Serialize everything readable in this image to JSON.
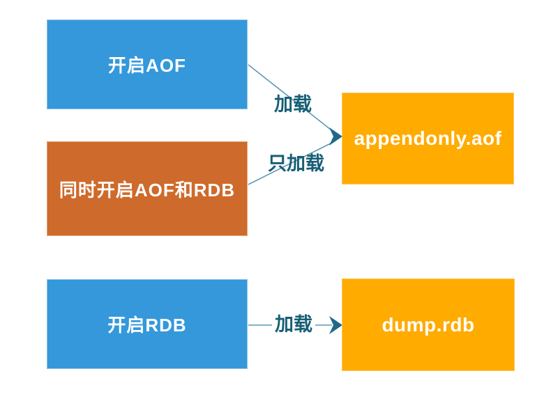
{
  "diagram": {
    "background": "#FFFFFF",
    "nodes": [
      {
        "id": "aof-enabled",
        "label": "开启AOF",
        "fill": "#3498DB",
        "border": "#8FC2E7",
        "text_color": "#FFFFFF"
      },
      {
        "id": "both-aof-rdb-enabled",
        "label": "同时开启AOF和RDB",
        "fill": "#CE6A2B",
        "border": "#E2A578",
        "text_color": "#FFFFFF"
      },
      {
        "id": "rdb-enabled",
        "label": "开启RDB",
        "fill": "#3498DB",
        "border": "#8FC2E7",
        "text_color": "#FFFFFF"
      },
      {
        "id": "appendonly-aof-file",
        "label": "appendonly.aof",
        "fill": "#FFAB00",
        "border": "#FFC75E",
        "text_color": "#FFFFFF"
      },
      {
        "id": "dump-rdb-file",
        "label": "dump.rdb",
        "fill": "#FFAB00",
        "border": "#FFC75E",
        "text_color": "#FFFFFF"
      }
    ],
    "edges": [
      {
        "from": "aof-enabled",
        "to": "appendonly-aof-file",
        "label": "加载"
      },
      {
        "from": "both-aof-rdb-enabled",
        "to": "appendonly-aof-file",
        "label": "只加载"
      },
      {
        "from": "rdb-enabled",
        "to": "dump-rdb-file",
        "label": "加载"
      }
    ],
    "colors": {
      "connector": "#5C99AF",
      "arrowhead": "#20688A",
      "edge_label": "#175E74"
    }
  }
}
